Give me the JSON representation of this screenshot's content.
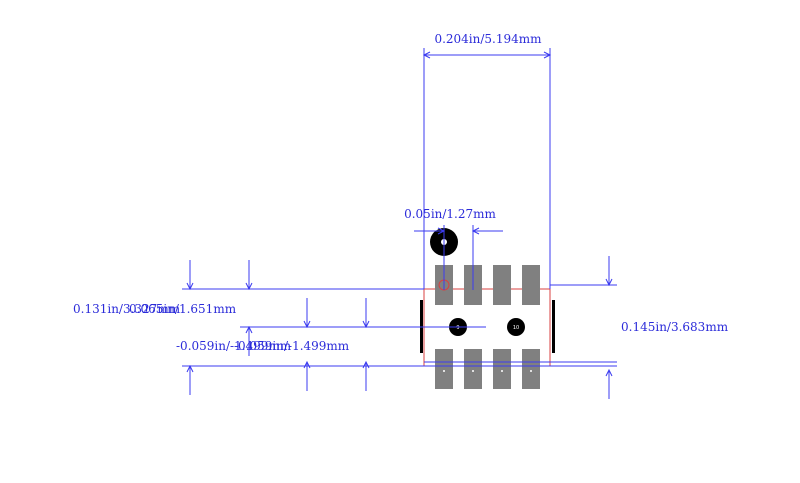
{
  "dimensions": {
    "body_width": "0.204in/5.194mm",
    "pitch": "0.05in/1.27mm",
    "pad_row_top": "0.131in/3.327mm",
    "pad_row_top_alt": "0.065in/1.651mm",
    "lead_span": "0.145in/3.683mm",
    "offset_neg": "-0.059in/-1.499mm",
    "offset_neg_alt": "-0.059in/-1.499mm"
  },
  "pads": {
    "pin1_label": "1",
    "thermal_left_label": "9",
    "thermal_right_label": "10"
  },
  "colors": {
    "dimension": "#3b3bf0",
    "pad": "#808080",
    "outline": "#d94040",
    "body": "#000000"
  }
}
